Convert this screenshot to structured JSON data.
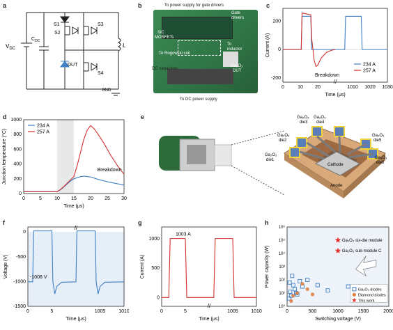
{
  "figure": {
    "labels": [
      "a",
      "b",
      "c",
      "d",
      "e",
      "f",
      "g",
      "h"
    ]
  },
  "panel_a": {
    "vdc": "V",
    "vdc_sub": "DC",
    "cdc": "C",
    "cdc_sub": "DC",
    "s1": "S1",
    "s2": "S2",
    "s3": "S3",
    "s4": "S4",
    "dut": "DUT",
    "inductor": "L",
    "gnd": "GND"
  },
  "panel_b": {
    "top": "To power supply for gate drivers",
    "gate_drivers_1": "Gate",
    "gate_drivers_2": "drivers",
    "sic_1": "SiC",
    "sic_2": "MOSFETs",
    "rogowski": "To Rogowski coil",
    "inductor_1": "To",
    "inductor_2": "inductor",
    "ga2o3_1": "Ga₂O₃",
    "ga2o3_2": "DUT",
    "dc_cap": "DC capacitors",
    "dc_supply": "To DC power supply"
  },
  "panel_e": {
    "die1": [
      "Ga₂O₃",
      "die1"
    ],
    "die2": [
      "Ga₂O₃",
      "die2"
    ],
    "die3": [
      "Ga₂O₃",
      "die3"
    ],
    "die4": [
      "Ga₂O₃",
      "die4"
    ],
    "die5": [
      "Ga₂O₃",
      "die5"
    ],
    "die6": [
      "Ga₂O₃",
      "die6"
    ],
    "cathode": "Cathode",
    "anode": "Anode"
  },
  "colors": {
    "blue": "#3f7fc4",
    "red": "#d0302e",
    "shade": "#d9d9d9",
    "orange": "#e07a3a",
    "star": "#e3342f"
  },
  "chart_data": [
    {
      "panel": "c",
      "type": "line",
      "xlabel": "Time (μs)",
      "ylabel": "Current (A)",
      "xticks_left": [
        "0",
        "10",
        "20"
      ],
      "xticks_right": [
        "1010",
        "1020",
        "1030"
      ],
      "yticks": [
        "-200",
        "0",
        "200"
      ],
      "ylim": [
        -230,
        290
      ],
      "annotation": "Breakdown",
      "series": [
        {
          "name": "234 A",
          "color": "#3f7fc4",
          "x": [
            0,
            10.5,
            11,
            16,
            16.5,
            18,
            20,
            25,
            30,
            1000,
            1001,
            1005.5,
            1006,
            1010,
            1015,
            1015.5,
            1030
          ],
          "y": [
            0,
            0,
            234,
            234,
            0,
            0,
            0,
            0,
            0,
            0,
            0,
            0,
            234,
            234,
            234,
            0,
            0
          ]
        },
        {
          "name": "257 A",
          "color": "#d0302e",
          "x": [
            0,
            10.5,
            11,
            16,
            16.5,
            18,
            19,
            20,
            22,
            25,
            28,
            30
          ],
          "y": [
            0,
            0,
            257,
            245,
            80,
            -80,
            -120,
            -110,
            -60,
            -20,
            -5,
            0
          ]
        }
      ]
    },
    {
      "panel": "d",
      "type": "line",
      "xlabel": "Time (μs)",
      "ylabel": "Junction temperature (°C)",
      "xlim": [
        0,
        30
      ],
      "ylim": [
        0,
        1000
      ],
      "xticks": [
        "0",
        "5",
        "10",
        "15",
        "20",
        "25",
        "30"
      ],
      "yticks": [
        "0",
        "200",
        "400",
        "600",
        "800",
        "1000"
      ],
      "annotation": "Breakdown",
      "shade": [
        10,
        15
      ],
      "series": [
        {
          "name": "234 A",
          "color": "#3f7fc4",
          "x": [
            0,
            10,
            11,
            12,
            13,
            14,
            15,
            16,
            17,
            18,
            20,
            22,
            25,
            30
          ],
          "y": [
            25,
            25,
            50,
            90,
            130,
            170,
            200,
            215,
            228,
            236,
            225,
            195,
            160,
            115
          ]
        },
        {
          "name": "257 A",
          "color": "#d0302e",
          "x": [
            0,
            10,
            11,
            12,
            13,
            14,
            15,
            16,
            17,
            18,
            19,
            20,
            21,
            22,
            24,
            26,
            28,
            30
          ],
          "y": [
            25,
            25,
            55,
            95,
            140,
            185,
            230,
            380,
            560,
            740,
            860,
            920,
            880,
            820,
            680,
            520,
            380,
            260
          ]
        }
      ]
    },
    {
      "panel": "f",
      "type": "line",
      "xlabel": "Time (μs)",
      "ylabel": "Voltage (V)",
      "xticks_left": [
        "0",
        "5"
      ],
      "xticks_right": [
        "1005",
        "1010"
      ],
      "yticks": [
        "-1500",
        "-1000",
        "-500",
        "0"
      ],
      "ylim": [
        -1500,
        100
      ],
      "annotation": "-1006 V",
      "series": [
        {
          "name": "",
          "color": "#3f7fc4",
          "x": [
            0,
            1,
            1.2,
            5,
            5.2,
            5.6,
            6,
            7,
            10,
            1000,
            1000.2,
            1004,
            1004.2,
            1004.6,
            1005,
            1006,
            1010
          ],
          "y": [
            -1006,
            -1006,
            20,
            20,
            -1006,
            -1250,
            -1100,
            -1015,
            -1006,
            -1006,
            20,
            20,
            -1006,
            -1250,
            -1100,
            -1015,
            -1006
          ]
        }
      ]
    },
    {
      "panel": "g",
      "type": "line",
      "xlabel": "Time (μs)",
      "ylabel": "Current (A)",
      "xticks_left": [
        "0",
        "5"
      ],
      "xticks_right": [
        "1005",
        "1010"
      ],
      "yticks": [
        "0",
        "500",
        "1000"
      ],
      "ylim": [
        -150,
        1200
      ],
      "annotation": "1003 A",
      "series": [
        {
          "name": "",
          "color": "#d0302e",
          "x": [
            0,
            1.5,
            1.8,
            5,
            5.3,
            10,
            1000,
            1001,
            1001.3,
            1005,
            1005.3,
            1010
          ],
          "y": [
            0,
            0,
            1003,
            1003,
            0,
            0,
            0,
            0,
            1003,
            1003,
            0,
            0
          ]
        }
      ]
    },
    {
      "panel": "h",
      "type": "scatter",
      "xlabel": "Switching voltage (V)",
      "ylabel": "Power capacity (W)",
      "xlim": [
        0,
        2000
      ],
      "xticks": [
        "0",
        "500",
        "1000",
        "1500",
        "2000"
      ],
      "yticks": [
        "10⁰",
        "10¹",
        "10²",
        "10³",
        "10⁴",
        "10⁵",
        "10⁶"
      ],
      "ylog": [
        0,
        6
      ],
      "legend": [
        "Ga₂O₃ diodes",
        "Diamond diodes",
        "This work"
      ],
      "annotations": [
        "Ga₂O₃ six-die module",
        "Ga₂O₃ sub-module C"
      ],
      "series": [
        {
          "name": "Ga₂O₃ diodes",
          "color": "#3f7fc4",
          "marker": "square",
          "x": [
            40,
            60,
            80,
            120,
            150,
            200,
            250,
            300,
            400,
            600,
            800,
            1200,
            100,
            50,
            180
          ],
          "y": [
            0.6,
            1.1,
            0.8,
            1.6,
            1.3,
            0.9,
            1.9,
            1.5,
            2.0,
            1.6,
            1.2,
            1.5,
            2.3,
            1.8,
            1.0
          ]
        },
        {
          "name": "Diamond diodes",
          "color": "#e07a3a",
          "marker": "circle",
          "x": [
            80,
            120,
            200,
            300,
            400,
            500
          ],
          "y": [
            0.4,
            0.8,
            1.0,
            1.7,
            1.3,
            0.9
          ]
        },
        {
          "name": "This work",
          "color": "#e3342f",
          "marker": "star",
          "x": [
            1000,
            1000
          ],
          "y": [
            5.0,
            4.2
          ]
        }
      ]
    }
  ]
}
